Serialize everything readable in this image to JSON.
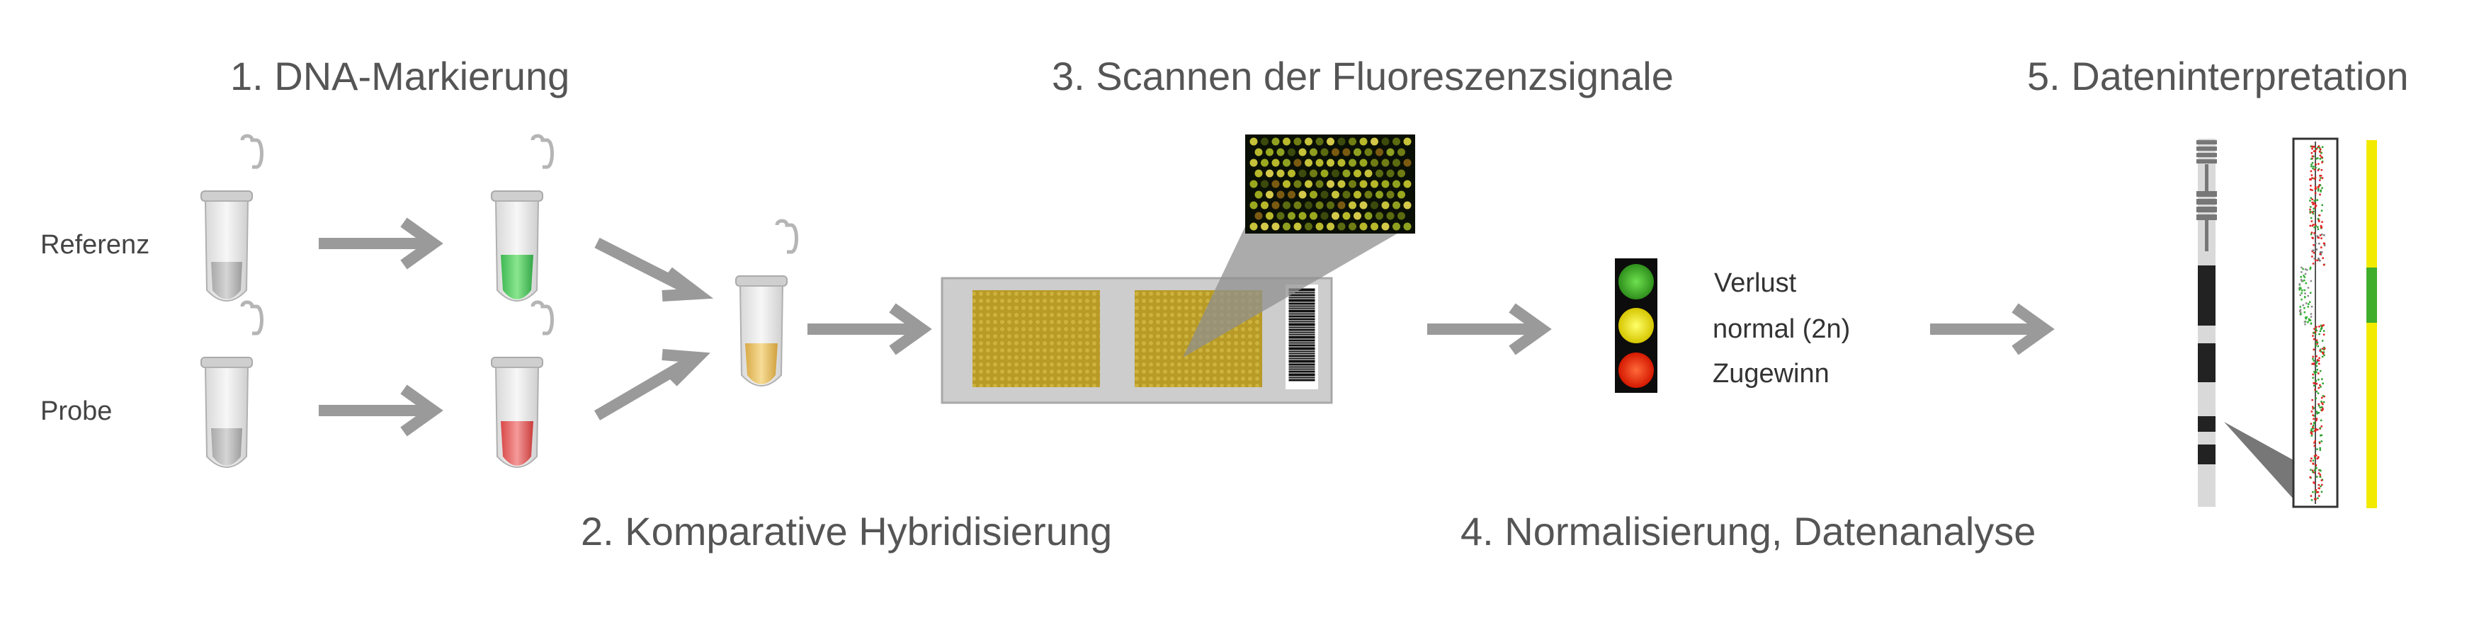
{
  "steps": {
    "s1": "1. DNA-Markierung",
    "s2": "2. Komparative Hybridisierung",
    "s3": "3. Scannen der Fluoreszenzsignale",
    "s4": "4. Normalisierung, Datenanalyse",
    "s5": "5. Dateninterpretation"
  },
  "samples": {
    "reference": "Referenz",
    "probe": "Probe"
  },
  "legend": {
    "loss": "Verlust",
    "normal": "normal (2n)",
    "gain": "Zugewinn"
  },
  "colors": {
    "arrow": "#9a9a9a",
    "green_label": "#5bd06a",
    "red_label": "#e86060",
    "mixed_label": "#e6c066",
    "array_spot": "#b79a2b",
    "loss": "#3fae2a",
    "normal": "#f2ea00",
    "gain": "#ff2a00"
  }
}
